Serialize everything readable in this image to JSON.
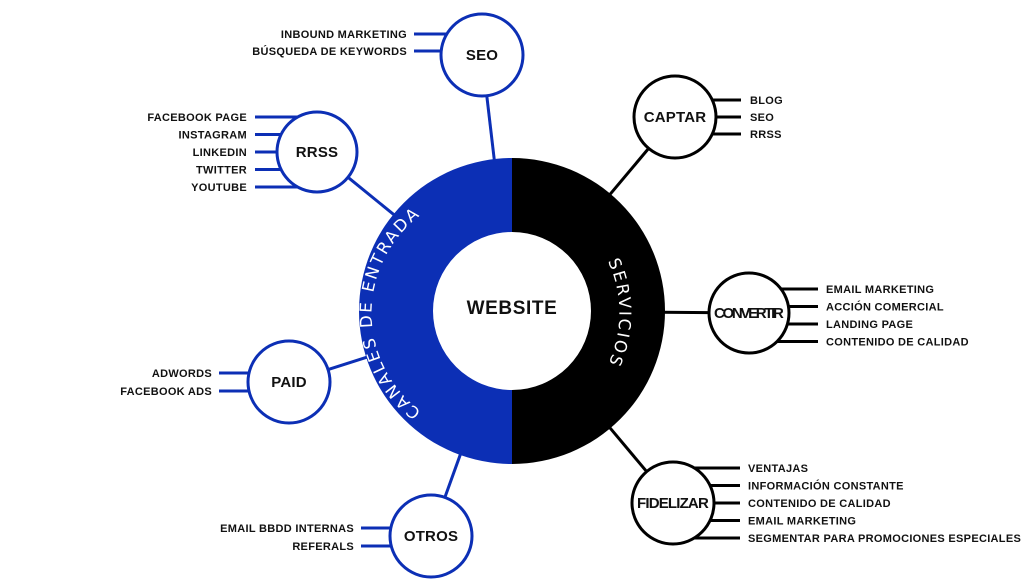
{
  "colors": {
    "blue": "#0c2fb5",
    "black": "#000000",
    "text": "#111111"
  },
  "center": {
    "label": "WEBSITE",
    "left_ring_label": "CANALES DE ENTRADA",
    "right_ring_label": "SERVICIOS"
  },
  "nodes": {
    "seo": {
      "label": "SEO",
      "leaves": [
        "INBOUND MARKETING",
        "BÚSQUEDA DE KEYWORDS"
      ]
    },
    "rrss": {
      "label": "RRSS",
      "leaves": [
        "FACEBOOK PAGE",
        "INSTAGRAM",
        "LINKEDIN",
        "TWITTER",
        "YOUTUBE"
      ]
    },
    "paid": {
      "label": "PAID",
      "leaves": [
        "ADWORDS",
        "FACEBOOK ADS"
      ]
    },
    "otros": {
      "label": "OTROS",
      "leaves": [
        "EMAIL BBDD INTERNAS",
        "REFERALS"
      ]
    },
    "captar": {
      "label": "CAPTAR",
      "leaves": [
        "BLOG",
        "SEO",
        "RRSS"
      ]
    },
    "convertir": {
      "label": "CONVERTIR",
      "leaves": [
        "EMAIL MARKETING",
        "ACCIÓN COMERCIAL",
        "LANDING PAGE",
        "CONTENIDO DE CALIDAD"
      ]
    },
    "fidelizar": {
      "label": "FIDELIZAR",
      "leaves": [
        "VENTAJAS",
        "INFORMACIÓN CONSTANTE",
        "CONTENIDO DE CALIDAD",
        "EMAIL MARKETING",
        "SEGMENTAR PARA PROMOCIONES ESPECIALES"
      ]
    }
  }
}
